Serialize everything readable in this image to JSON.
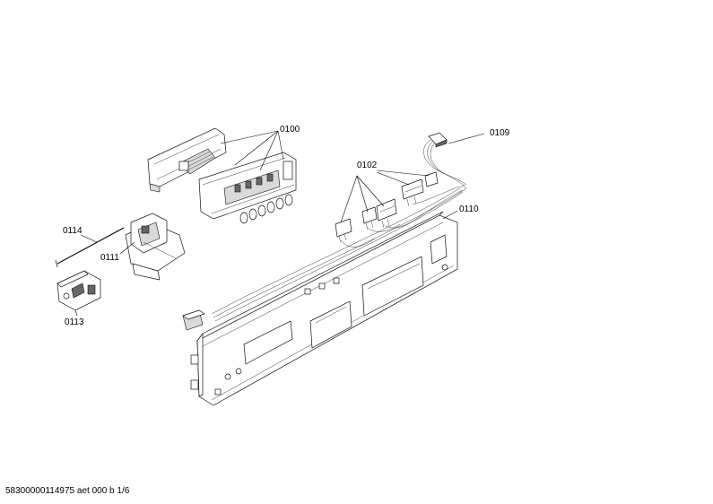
{
  "callouts": [
    {
      "id": "c0100",
      "label": "0100"
    },
    {
      "id": "c0109",
      "label": "0109"
    },
    {
      "id": "c0102",
      "label": "0102"
    },
    {
      "id": "c0110",
      "label": "0110"
    },
    {
      "id": "c0114",
      "label": "0114"
    },
    {
      "id": "c0111",
      "label": "0111"
    },
    {
      "id": "c0113",
      "label": "0113"
    }
  ],
  "footer": {
    "document_code": "58300000114975 aet 000 b 1/6"
  }
}
